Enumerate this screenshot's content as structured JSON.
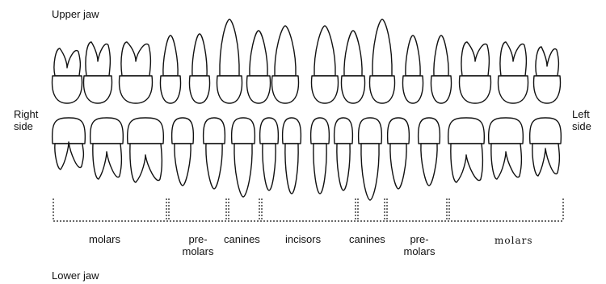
{
  "labels": {
    "upper_jaw": "Upper jaw",
    "lower_jaw": "Lower jaw",
    "right_side": "Right\nside",
    "left_side": "Left\nside"
  },
  "groups": {
    "molars_right": "molars",
    "premolars_right": "pre-\nmolars",
    "canines_right": "canines",
    "incisors": "incisors",
    "canines_left": "canines",
    "premolars_left": "pre-\nmolars",
    "molars_left": "molars"
  },
  "colors": {
    "ink": "#111111",
    "background": "#ffffff"
  }
}
